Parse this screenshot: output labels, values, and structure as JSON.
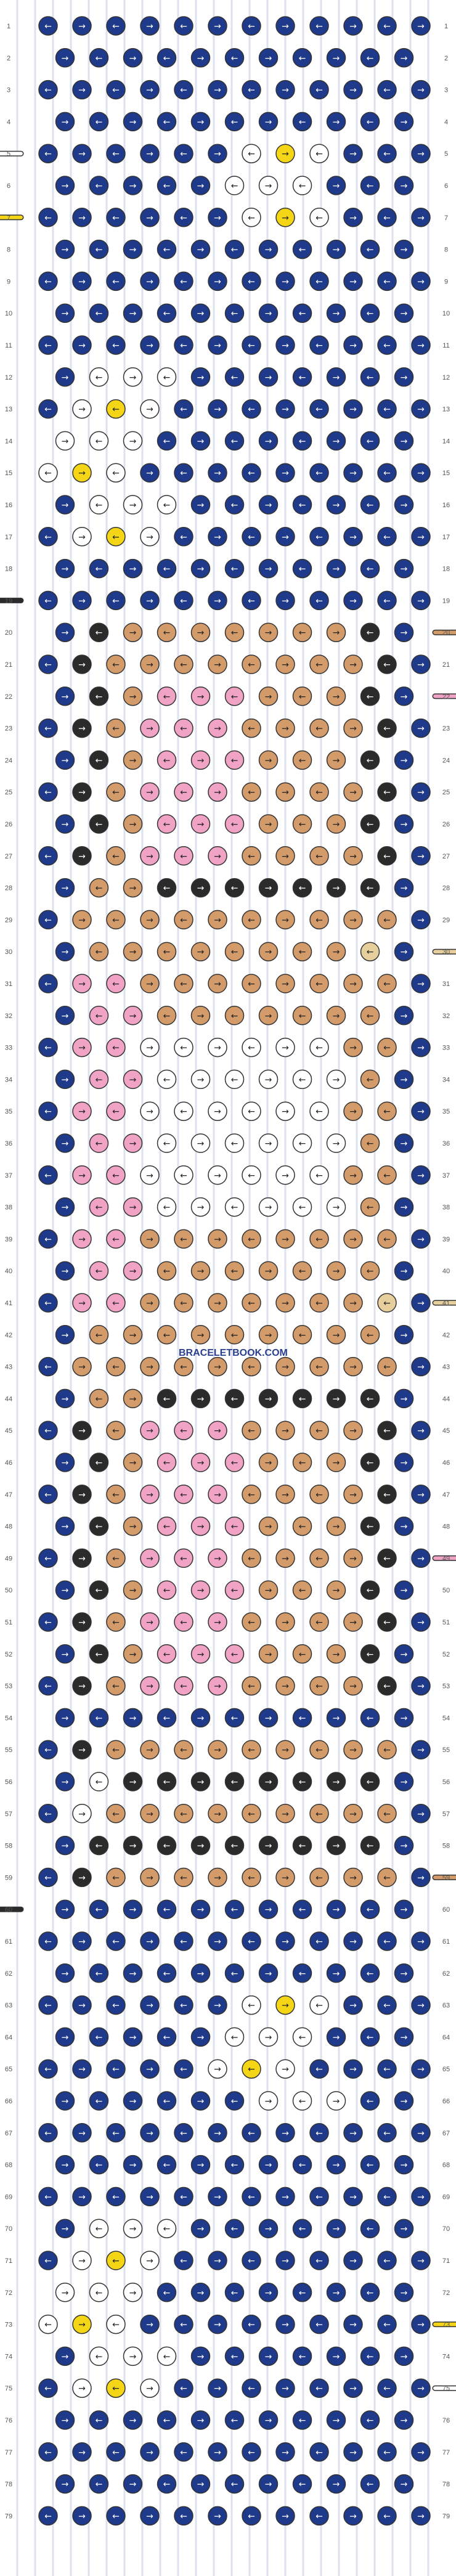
{
  "pattern": {
    "watermark": "BRACELETBOOK.COM",
    "rows": 79,
    "knots_per_row_even": 12,
    "knots_per_row_odd": 11,
    "colors": {
      "navy": "#1f3a8a",
      "white": "#ffffff",
      "yellow": "#f5d617",
      "black": "#2b2b2b",
      "tan": "#d39a6a",
      "pink": "#f0a3c5",
      "beige": "#e6cf9c"
    },
    "left_strings": [
      {
        "row": 5,
        "color": "white"
      },
      {
        "row": 7,
        "color": "yellow"
      },
      {
        "row": 19,
        "color": "black"
      },
      {
        "row": 60,
        "color": "black"
      }
    ],
    "right_strings": [
      {
        "row": 20,
        "color": "tan"
      },
      {
        "row": 22,
        "color": "pink"
      },
      {
        "row": 30,
        "color": "beige"
      },
      {
        "row": 41,
        "color": "beige"
      },
      {
        "row": 49,
        "color": "pink"
      },
      {
        "row": 59,
        "color": "tan"
      },
      {
        "row": 73,
        "color": "yellow"
      },
      {
        "row": 75,
        "color": "white"
      }
    ],
    "row_labels_visible": true
  }
}
